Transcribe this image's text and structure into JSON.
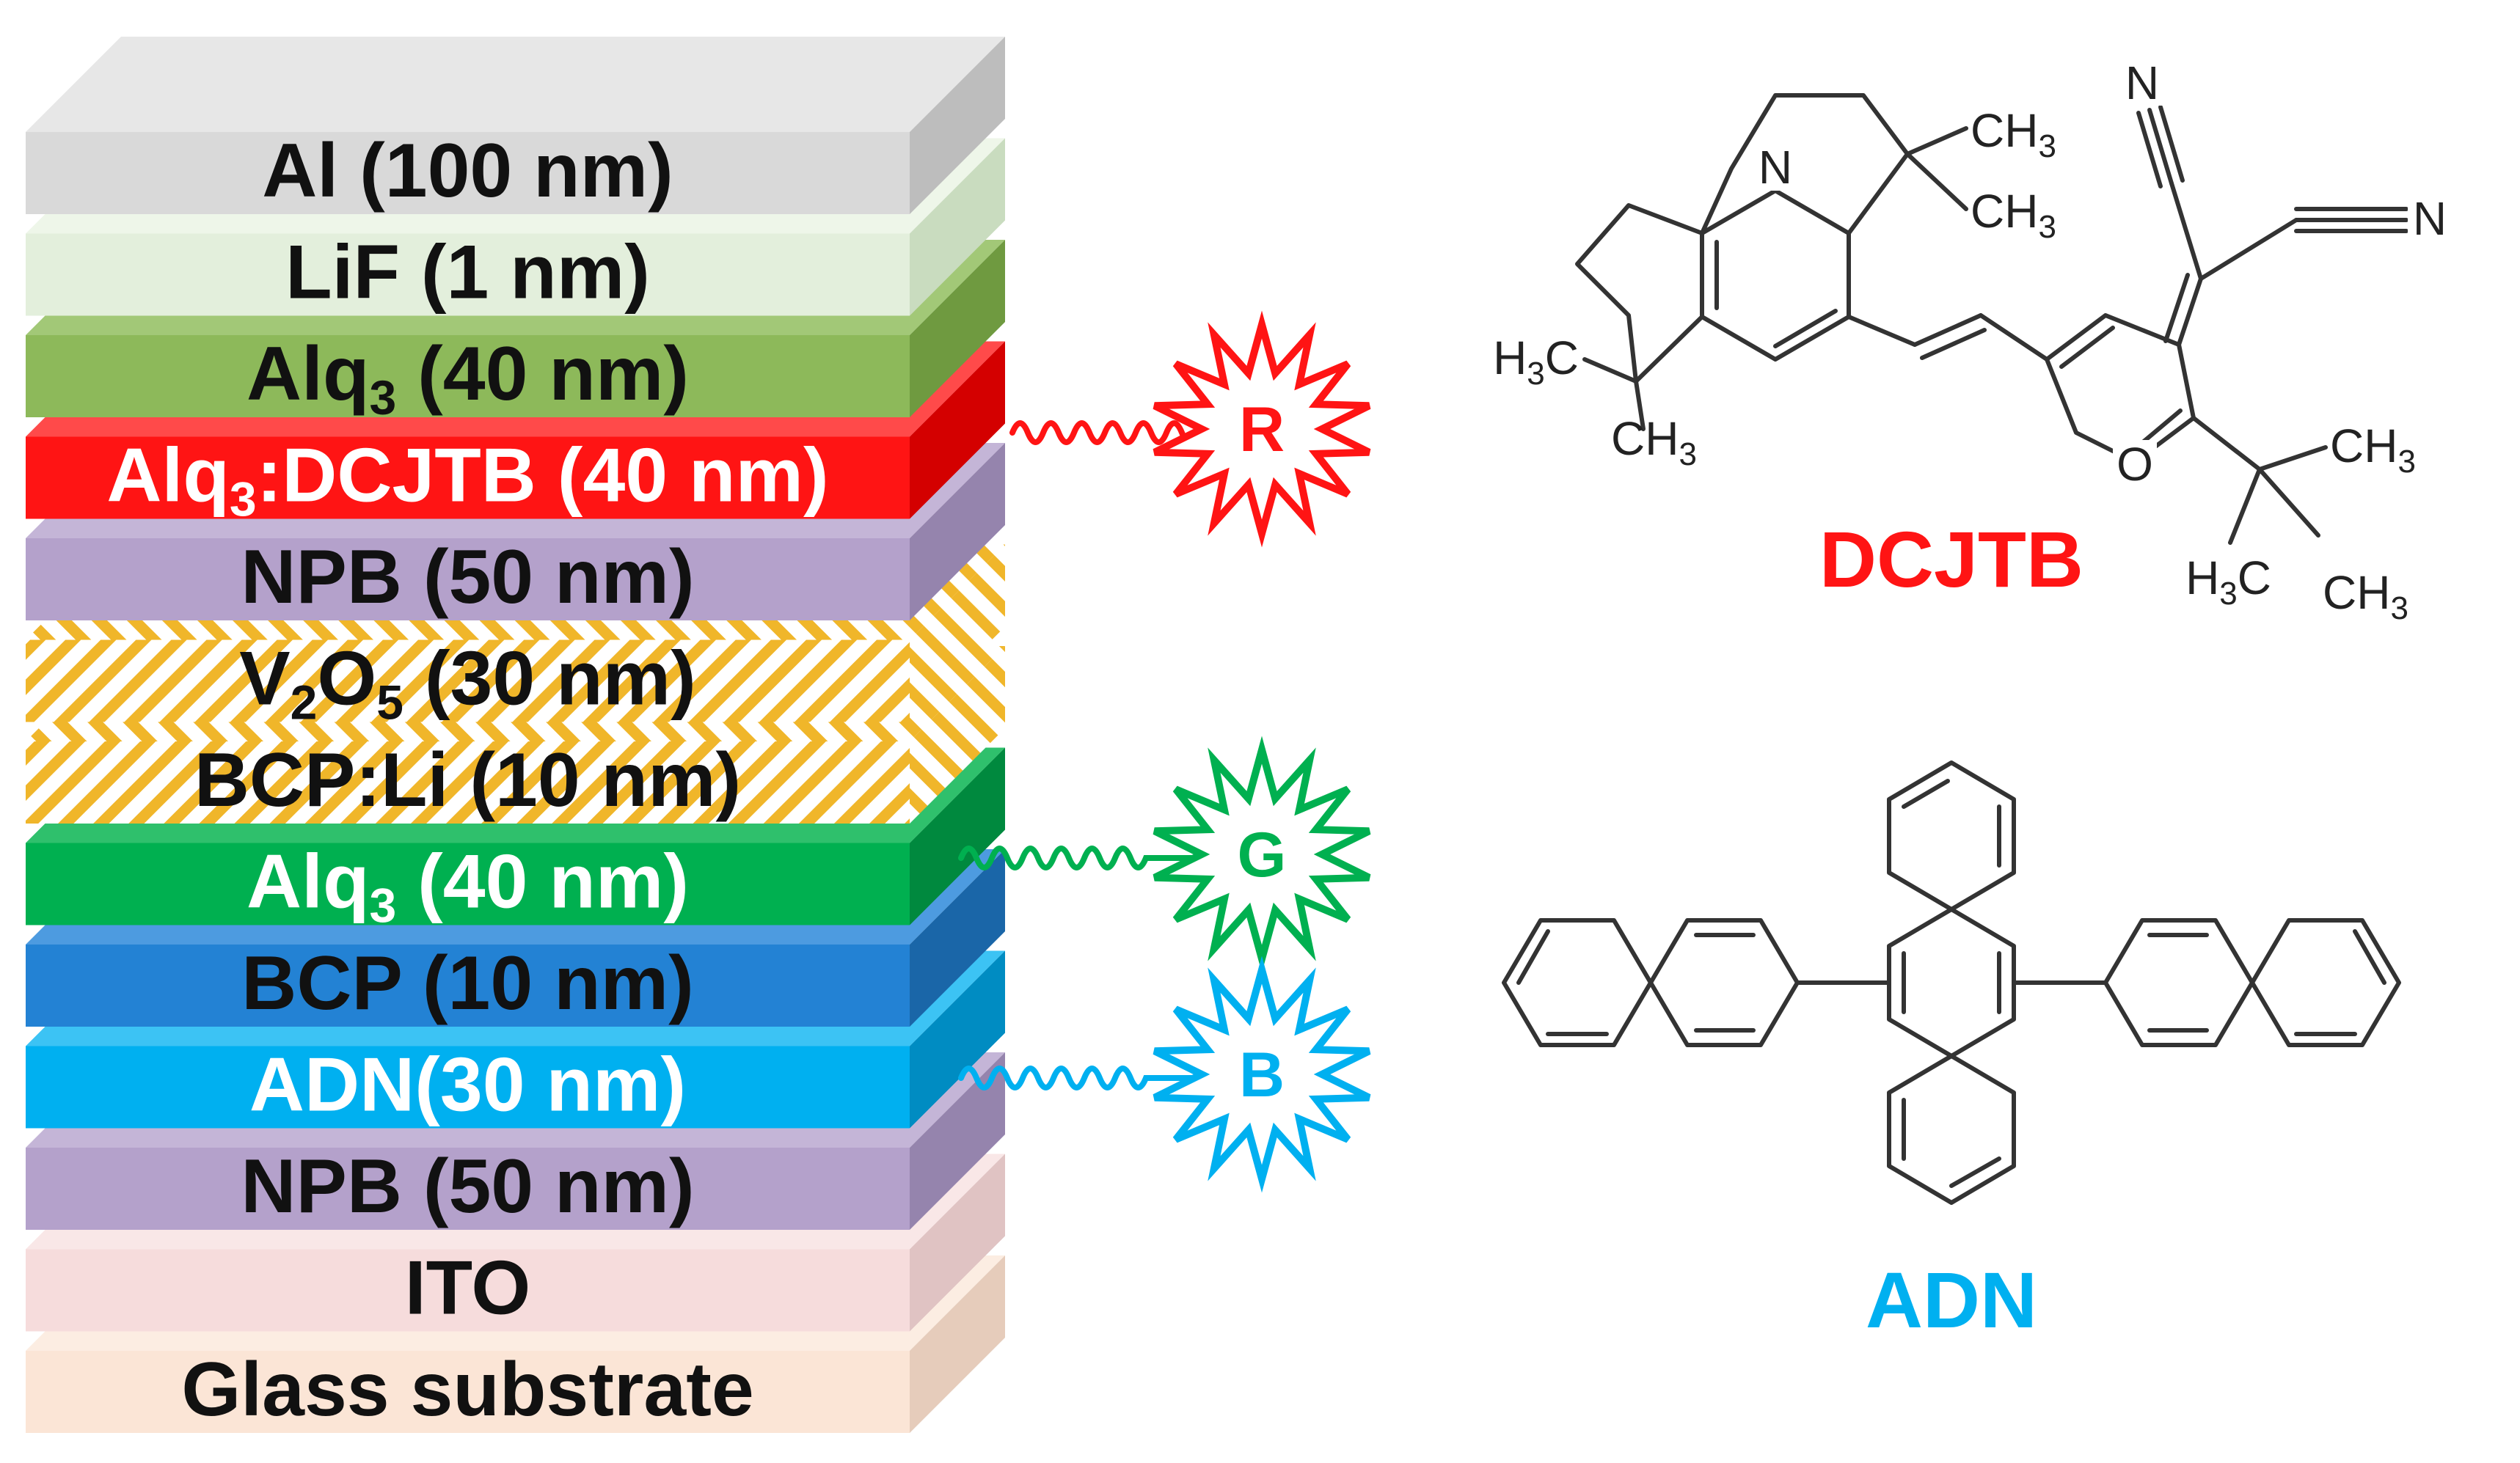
{
  "layers": [
    {
      "id": "al",
      "label": "Al (100 nm)",
      "front": "#d9d9d9",
      "top": "#e7e7e7",
      "side": "#bdbdbd",
      "text": "#111111",
      "hatched": false
    },
    {
      "id": "lif",
      "label": "LiF (1 nm)",
      "front": "#e3efdc",
      "top": "#eef6e9",
      "side": "#c9dcbf",
      "text": "#111111",
      "hatched": false
    },
    {
      "id": "alq3a",
      "label": "Alq3 (40 nm)",
      "front": "#8db95a",
      "top": "#a2c877",
      "side": "#6f9a40",
      "text": "#111111",
      "hatched": false
    },
    {
      "id": "dcjtb",
      "label": "Alq3:DCJTB (40 nm)",
      "front": "#ff1414",
      "top": "#ff4a4a",
      "side": "#d40000",
      "text": "#ffffff",
      "hatched": false
    },
    {
      "id": "npb1",
      "label": "NPB (50 nm)",
      "front": "#b4a1cb",
      "top": "#c4b5d7",
      "side": "#9584ad",
      "text": "#111111",
      "hatched": false
    },
    {
      "id": "v2o5",
      "label": "V2O5 (30 nm)",
      "front": "#f5c542",
      "top": "#f7d370",
      "side": "#d9a722",
      "text": "#111111",
      "hatched": true
    },
    {
      "id": "bcpli",
      "label": "BCP:Li (10 nm)",
      "front": "#f5c542",
      "top": "#f7d370",
      "side": "#d9a722",
      "text": "#111111",
      "hatched": true
    },
    {
      "id": "alq3b",
      "label": "Alq3 (40 nm)",
      "front": "#00b050",
      "top": "#2fc06c",
      "side": "#00893e",
      "text": "#ffffff",
      "hatched": false
    },
    {
      "id": "bcp",
      "label": "BCP (10 nm)",
      "front": "#2382d4",
      "top": "#4d9be0",
      "side": "#1a66a8",
      "text": "#111111",
      "hatched": false
    },
    {
      "id": "adn",
      "label": "ADN(30 nm)",
      "front": "#00b0f0",
      "top": "#3cc3f4",
      "side": "#008cc2",
      "text": "#ffffff",
      "hatched": false
    },
    {
      "id": "npb2",
      "label": "NPB (50 nm)",
      "front": "#b4a1cb",
      "top": "#c4b5d7",
      "side": "#9584ad",
      "text": "#111111",
      "hatched": false
    },
    {
      "id": "ito",
      "label": "ITO",
      "front": "#f6dcdc",
      "top": "#f9e7e7",
      "side": "#e0c3c3",
      "text": "#111111",
      "hatched": false
    },
    {
      "id": "glass",
      "label": "Glass substrate",
      "front": "#fbe5d6",
      "top": "#fcede2",
      "side": "#e6ccbb",
      "text": "#111111",
      "hatched": false
    }
  ],
  "emissions": [
    {
      "label": "R",
      "color": "#ff1414"
    },
    {
      "label": "G",
      "color": "#00b050"
    },
    {
      "label": "B",
      "color": "#00b0f0"
    }
  ],
  "molecules": {
    "dcjtb": {
      "name": "DCJTB",
      "color": "#ff1414"
    },
    "adn": {
      "name": "ADN",
      "color": "#00b0f0"
    }
  },
  "atoms": {
    "N": "N",
    "O": "O",
    "CH3": "CH3",
    "H3C": "H3C"
  }
}
